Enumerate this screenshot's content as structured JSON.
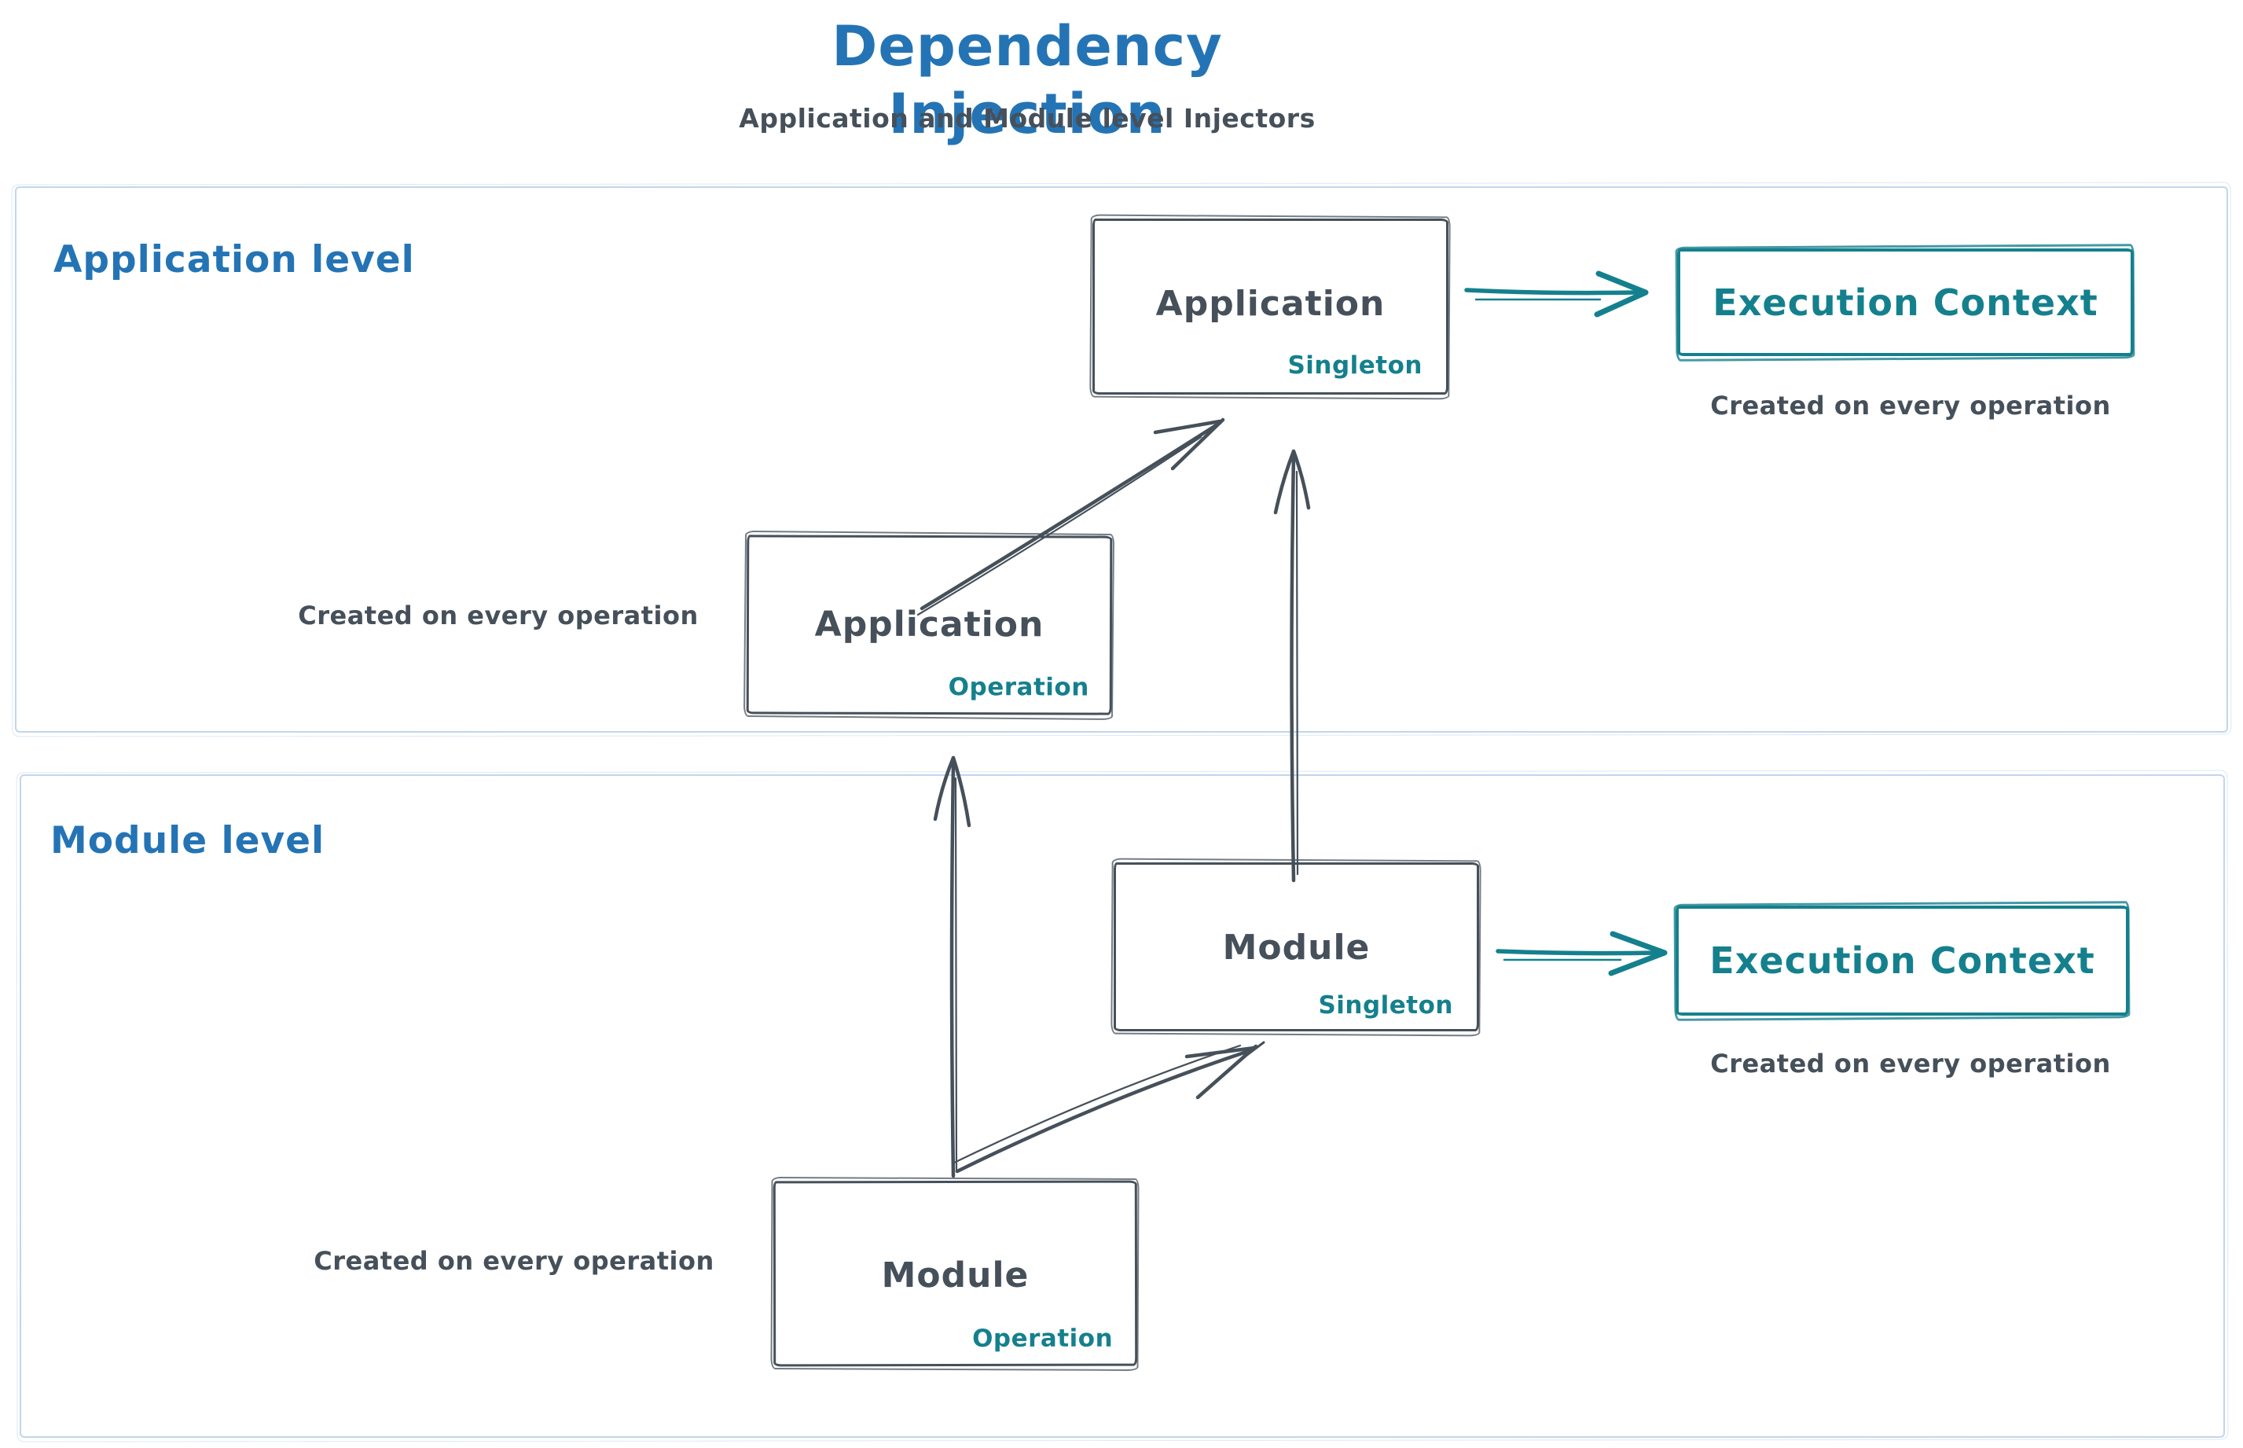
{
  "title": "Dependency Injection",
  "subtitle": "Application and Module level Injectors",
  "colors": {
    "heading_blue": "#2474b5",
    "ink_dark": "#46505a",
    "teal": "#15808d",
    "section_frame": "#c2d6eb"
  },
  "sections": {
    "application": {
      "label": "Application level"
    },
    "module": {
      "label": "Module level"
    }
  },
  "nodes": {
    "app_singleton": {
      "title": "Application",
      "badge": "Singleton"
    },
    "app_operation": {
      "title": "Application",
      "badge": "Operation"
    },
    "module_singleton": {
      "title": "Module",
      "badge": "Singleton"
    },
    "module_operation": {
      "title": "Module",
      "badge": "Operation"
    },
    "app_execution_context": {
      "title": "Execution Context",
      "caption": "Created on every operation"
    },
    "module_execution_context": {
      "title": "Execution Context",
      "caption": "Created on every operation"
    }
  },
  "captions": {
    "app_operation": "Created on every operation",
    "module_operation": "Created on every operation"
  },
  "arrows": [
    {
      "id": "app-operation-to-app-singleton",
      "color": "ink"
    },
    {
      "id": "module-singleton-to-app-singleton",
      "color": "ink"
    },
    {
      "id": "module-operation-to-app-operation",
      "color": "ink"
    },
    {
      "id": "module-operation-to-module-singleton",
      "color": "ink"
    },
    {
      "id": "app-singleton-to-execution-context",
      "color": "teal"
    },
    {
      "id": "module-singleton-to-execution-context",
      "color": "teal"
    }
  ]
}
